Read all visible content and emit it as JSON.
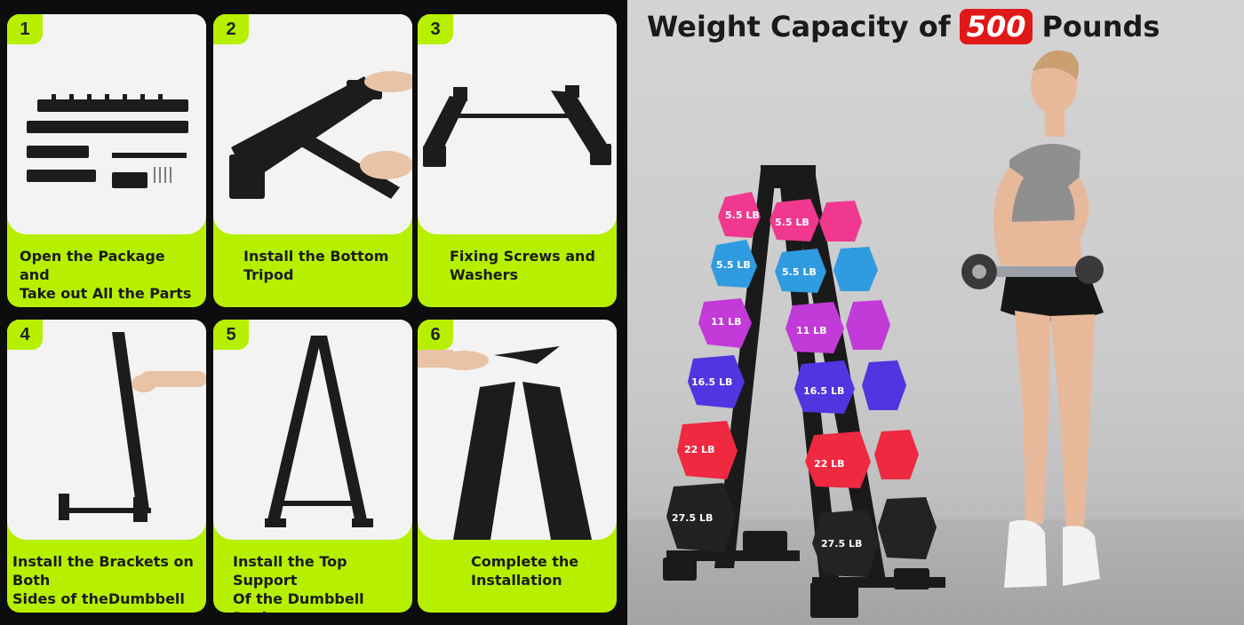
{
  "steps": [
    {
      "number": "1",
      "caption_line1": "Open the Package and",
      "caption_line2": "Take out All the Parts"
    },
    {
      "number": "2",
      "caption_line1": "Install the Bottom",
      "caption_line2": "Tripod"
    },
    {
      "number": "3",
      "caption_line1": "Fixing Screws and",
      "caption_line2": "Washers"
    },
    {
      "number": "4",
      "caption_line1": "Install the Brackets on Both",
      "caption_line2": "Sides of theDumbbell"
    },
    {
      "number": "5",
      "caption_line1": "Install the Top Support",
      "caption_line2": "Of the Dumbbell Rack"
    },
    {
      "number": "6",
      "caption_line1": "Complete the",
      "caption_line2": "Installation"
    }
  ],
  "hero": {
    "headline_before": "Weight Capacity of",
    "capacity_value": "500",
    "headline_after": "Pounds",
    "weights_left": [
      "5.5 LB",
      "5.5 LB",
      "11 LB",
      "16.5 LB",
      "22 LB",
      "27.5 LB"
    ],
    "weights_right": [
      "5.5 LB",
      "5.5 LB",
      "11 LB",
      "16.5 LB",
      "22 LB",
      "27.5 LB"
    ]
  },
  "colors": {
    "accent_green": "#b6f000",
    "badge_red": "#e01818",
    "dumbbell_pink": "#f0388f",
    "dumbbell_blue": "#2f9be0",
    "dumbbell_purple": "#c23ad8",
    "dumbbell_indigo": "#5234e0",
    "dumbbell_red": "#ee2940",
    "dumbbell_black": "#1e1e1e"
  }
}
